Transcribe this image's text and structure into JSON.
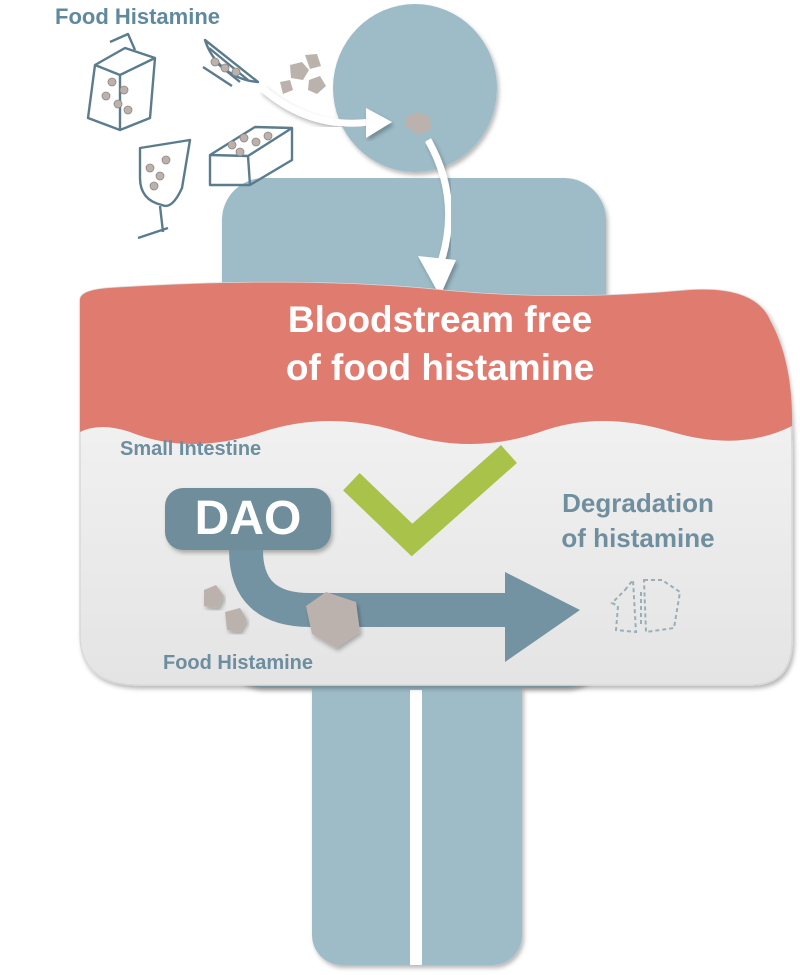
{
  "food_title": "Food Histamine",
  "banner": {
    "line1": "Bloodstream free",
    "line2": "of food histamine"
  },
  "intestine_label": "Small Intestine",
  "enzyme_label": "DAO",
  "degradation": {
    "line1": "Degradation",
    "line2": "of histamine"
  },
  "food_bottom_label": "Food Histamine",
  "colors": {
    "body": "#9dbcc8",
    "banner": "#e07b70",
    "panel": "#ededed",
    "dao_box": "#6f8d9c",
    "arrow": "#7493a2",
    "check": "#a9c34a",
    "molecule": "#bcb2ad",
    "food_outline": "#5b7c8e"
  },
  "icons": [
    "milk-carton-icon",
    "lemon-slice-icon",
    "wine-glass-icon",
    "cheese-icon",
    "check-mark-icon",
    "degraded-molecule-icon"
  ]
}
